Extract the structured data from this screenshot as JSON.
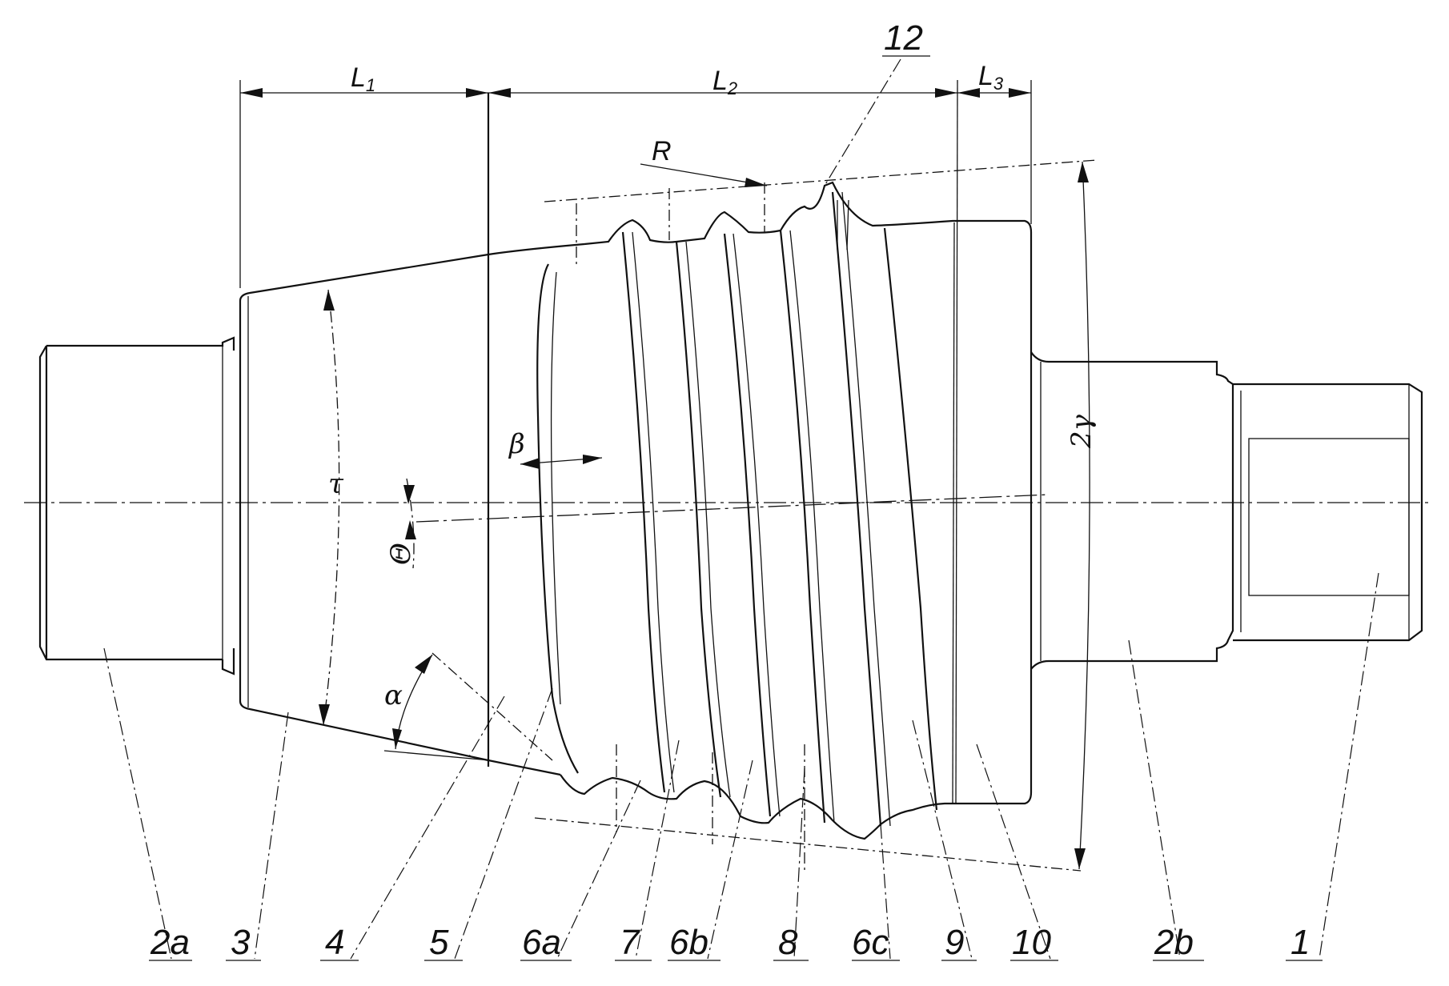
{
  "dimensions": {
    "L1": {
      "letter": "L",
      "sub": "1"
    },
    "L2": {
      "letter": "L",
      "sub": "2"
    },
    "L3": {
      "letter": "L",
      "sub": "3"
    }
  },
  "angles": {
    "R": "R",
    "beta": "β",
    "tau": "τ",
    "theta": "Θ",
    "alpha": "α",
    "two_gamma": "2γ"
  },
  "callouts": [
    "12",
    "2a",
    "3",
    "4",
    "5",
    "6a",
    "7",
    "6b",
    "8",
    "6c",
    "9",
    "10",
    "2b",
    "1"
  ]
}
